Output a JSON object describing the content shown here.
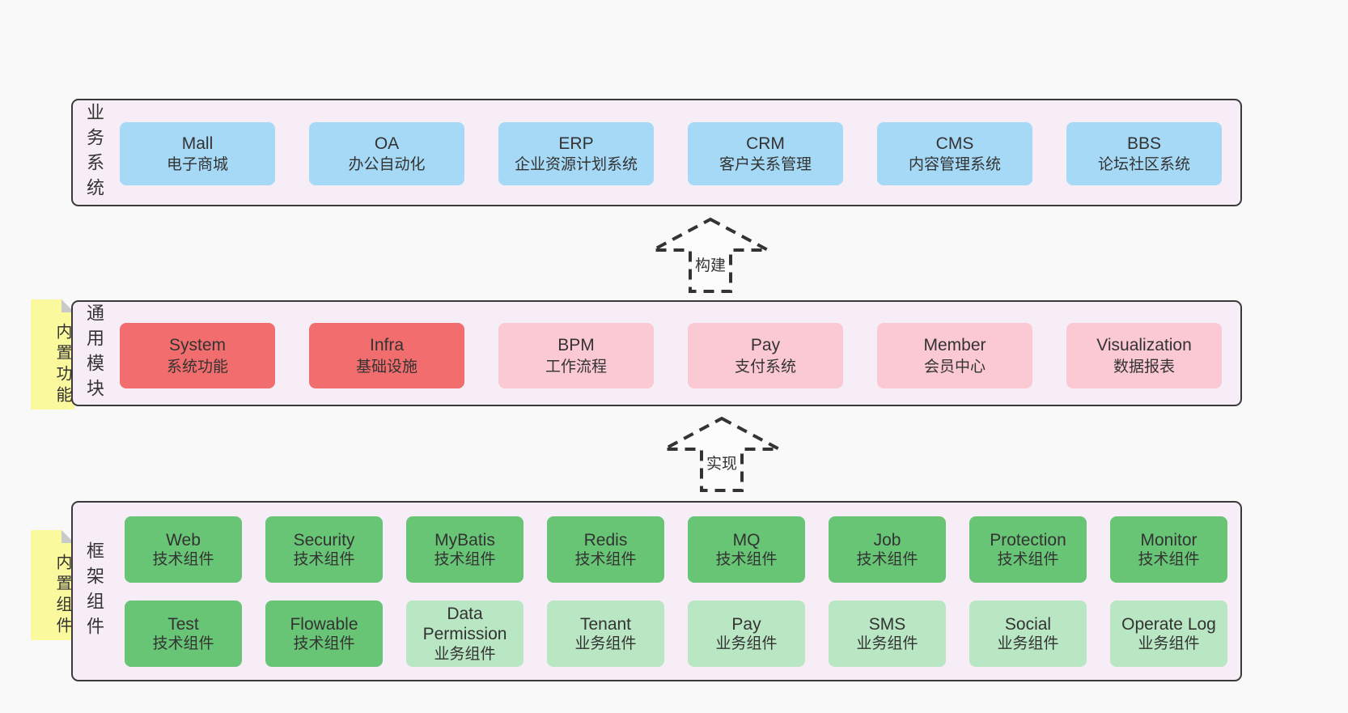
{
  "colors": {
    "page_bg": "#f9f9f9",
    "layer_bg": "#f7edf6",
    "layer_border": "#3a3a3a",
    "blue": "#a6d9f6",
    "red": "#f26d6d",
    "pink": "#fbc9d3",
    "green": "#67c575",
    "light_green": "#b9e6c3",
    "note_yellow": "#fbf99e",
    "text": "#333333"
  },
  "arrows": [
    {
      "label": "构建"
    },
    {
      "label": "实现"
    }
  ],
  "layers": {
    "business": {
      "side_label": "业务系统",
      "boxes": [
        {
          "en": "Mall",
          "zh": "电子商城",
          "variant": "blue"
        },
        {
          "en": "OA",
          "zh": "办公自动化",
          "variant": "blue"
        },
        {
          "en": "ERP",
          "zh": "企业资源计划系统",
          "variant": "blue"
        },
        {
          "en": "CRM",
          "zh": "客户关系管理",
          "variant": "blue"
        },
        {
          "en": "CMS",
          "zh": "内容管理系统",
          "variant": "blue"
        },
        {
          "en": "BBS",
          "zh": "论坛社区系统",
          "variant": "blue"
        }
      ]
    },
    "modules": {
      "side_label": "通用模块",
      "note": "内置功能",
      "boxes": [
        {
          "en": "System",
          "zh": "系统功能",
          "variant": "red"
        },
        {
          "en": "Infra",
          "zh": "基础设施",
          "variant": "red"
        },
        {
          "en": "BPM",
          "zh": "工作流程",
          "variant": "pink"
        },
        {
          "en": "Pay",
          "zh": "支付系统",
          "variant": "pink"
        },
        {
          "en": "Member",
          "zh": "会员中心",
          "variant": "pink"
        },
        {
          "en": "Visualization",
          "zh": "数据报表",
          "variant": "pink"
        }
      ]
    },
    "components": {
      "side_label": "框架组件",
      "note": "内置组件",
      "row1": [
        {
          "en": "Web",
          "zh": "技术组件",
          "variant": "green"
        },
        {
          "en": "Security",
          "zh": "技术组件",
          "variant": "green"
        },
        {
          "en": "MyBatis",
          "zh": "技术组件",
          "variant": "green"
        },
        {
          "en": "Redis",
          "zh": "技术组件",
          "variant": "green"
        },
        {
          "en": "MQ",
          "zh": "技术组件",
          "variant": "green"
        },
        {
          "en": "Job",
          "zh": "技术组件",
          "variant": "green"
        },
        {
          "en": "Protection",
          "zh": "技术组件",
          "variant": "green"
        },
        {
          "en": "Monitor",
          "zh": "技术组件",
          "variant": "green"
        }
      ],
      "row2": [
        {
          "en": "Test",
          "zh": "技术组件",
          "variant": "green"
        },
        {
          "en": "Flowable",
          "zh": "技术组件",
          "variant": "green"
        },
        {
          "en": "Data Permission",
          "zh": "业务组件",
          "variant": "lgreen"
        },
        {
          "en": "Tenant",
          "zh": "业务组件",
          "variant": "lgreen"
        },
        {
          "en": "Pay",
          "zh": "业务组件",
          "variant": "lgreen"
        },
        {
          "en": "SMS",
          "zh": "业务组件",
          "variant": "lgreen"
        },
        {
          "en": "Social",
          "zh": "业务组件",
          "variant": "lgreen"
        },
        {
          "en": "Operate Log",
          "zh": "业务组件",
          "variant": "lgreen"
        }
      ]
    }
  }
}
